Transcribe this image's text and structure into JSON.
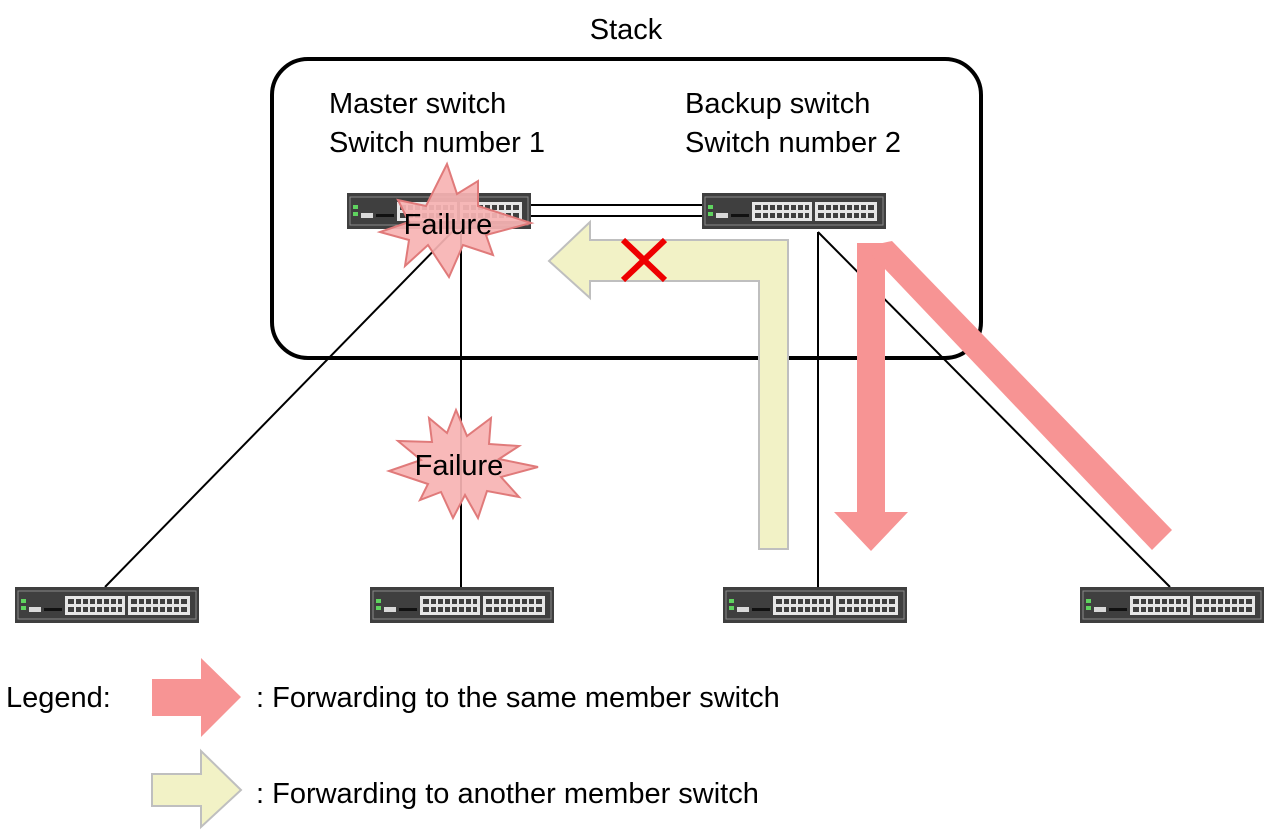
{
  "stack": {
    "label": "Stack"
  },
  "master": {
    "role": "Master switch",
    "number": "Switch number 1"
  },
  "backup": {
    "role": "Backup switch",
    "number": "Switch number 2"
  },
  "failures": [
    {
      "label": "Failure"
    },
    {
      "label": "Failure"
    }
  ],
  "legend": {
    "title": "Legend:",
    "same_member": ": Forwarding to the same member switch",
    "another_member": ": Forwarding to another member switch"
  },
  "colors": {
    "same_member_arrow": "#F79494",
    "another_member_arrow": "#F2F2C6",
    "another_member_arrow_border": "#BFBFBF",
    "failure_fill": "#F7B3B3",
    "failure_stroke": "#E07A7A",
    "blocked_mark": "#EE0000",
    "switch_body": "#3F3F3F"
  },
  "icons": {
    "switch": "network-switch-icon",
    "failure": "burst-star-icon",
    "blocked": "red-x-icon"
  }
}
